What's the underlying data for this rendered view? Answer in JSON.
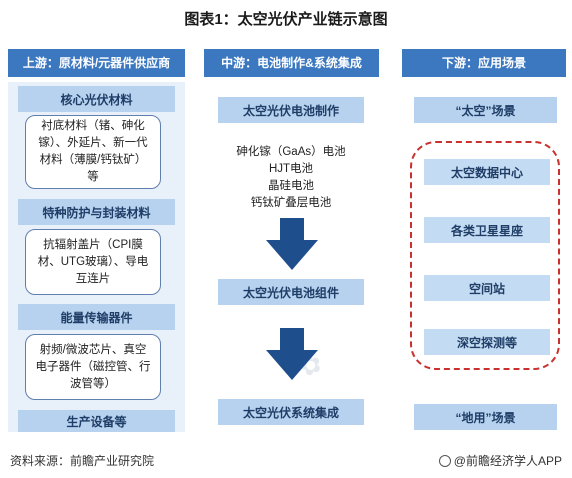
{
  "title": "图表1：太空光伏产业链示意图",
  "upstream": {
    "header": "上游：原材料/元器件供应商",
    "groups": [
      {
        "label": "核心光伏材料",
        "detail": "衬底材料（锗、砷化镓）、外延片、新一代材料（薄膜/钙钛矿）等"
      },
      {
        "label": "特种防护与封装材料",
        "detail": "抗辐射盖片（CPI膜材、UTG玻璃）、导电互连片"
      },
      {
        "label": "能量传输器件",
        "detail": "射频/微波芯片、真空电子器件（磁控管、行波管等）"
      },
      {
        "label": "生产设备等",
        "detail": ""
      }
    ]
  },
  "midstream": {
    "header": "中游：电池制作&系统集成",
    "step1": "太空光伏电池制作",
    "step1_detail": [
      "砷化镓（GaAs）电池",
      "HJT电池",
      "晶硅电池",
      "钙钛矿叠层电池"
    ],
    "step2": "太空光伏电池组件",
    "step3": "太空光伏系统集成"
  },
  "downstream": {
    "header": "下游：应用场景",
    "space_label": "“太空”场景",
    "space_items": [
      "太空数据中心",
      "各类卫星星座",
      "空间站",
      "深空探测等"
    ],
    "ground_label": "“地用”场景"
  },
  "footer": {
    "source": "资料来源：前瞻产业研究院",
    "brand": "@前瞻经济学人APP"
  },
  "colors": {
    "header_blue": "#3c78c0",
    "label_blue": "#b6d2ef",
    "arrow_navy": "#1f4e8c",
    "dashed_red": "#c9312f"
  }
}
